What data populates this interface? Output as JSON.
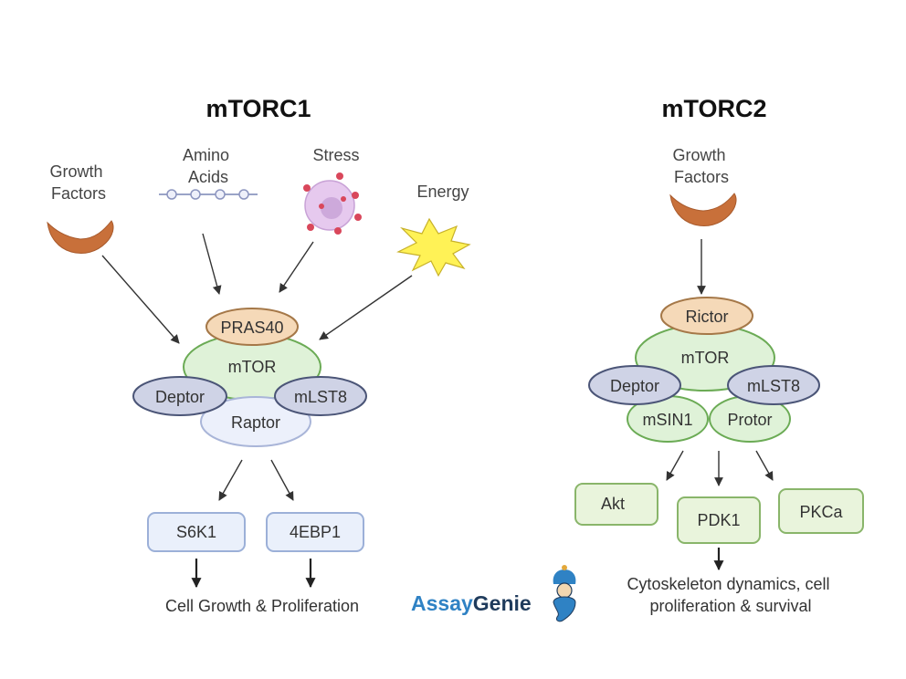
{
  "colors": {
    "mtor_fill": "#dff2d8",
    "mtor_stroke": "#6bab55",
    "pras_fill": "#f5d9b8",
    "pras_stroke": "#a57848",
    "side_fill": "#cfd3e6",
    "side_stroke": "#4b5577",
    "raptor_fill": "#ecf0fb",
    "raptor_stroke": "#a9b5d8",
    "box_blue_fill": "#eaf0fb",
    "box_blue_stroke": "#9cb0d8",
    "box_green_fill": "#e9f4dc",
    "box_green_stroke": "#89b56a",
    "growth_factor": "#c8703a",
    "energy_fill": "#fff256",
    "energy_stroke": "#c7b12a",
    "stress_fill": "#e6c9ee",
    "logo_blue": "#2f82c4",
    "logo_gold": "#e3a83b",
    "logo_navy": "#1f3b5c"
  },
  "mtorc1": {
    "title": "mTORC1",
    "inputs": {
      "growth_factors": [
        "Growth",
        "Factors"
      ],
      "amino_acids": [
        "Amino",
        "Acids"
      ],
      "stress": "Stress",
      "energy": "Energy"
    },
    "complex": {
      "pras40": "PRAS40",
      "mtor": "mTOR",
      "deptor": "Deptor",
      "mlst8": "mLST8",
      "raptor": "Raptor"
    },
    "outputs": {
      "s6k1": "S6K1",
      "ebp1": "4EBP1"
    },
    "result": "Cell Growth & Proliferation"
  },
  "mtorc2": {
    "title": "mTORC2",
    "inputs": {
      "growth_factors": [
        "Growth",
        "Factors"
      ]
    },
    "complex": {
      "rictor": "Rictor",
      "mtor": "mTOR",
      "deptor": "Deptor",
      "mlst8": "mLST8",
      "msin1": "mSIN1",
      "protor": "Protor"
    },
    "outputs": {
      "akt": "Akt",
      "pdk1": "PDK1",
      "pkca": "PKCa"
    },
    "result": [
      "Cytoskeleton dynamics, cell",
      "proliferation & survival"
    ]
  },
  "logo": {
    "part1": "Assay",
    "part2": "Genie"
  }
}
